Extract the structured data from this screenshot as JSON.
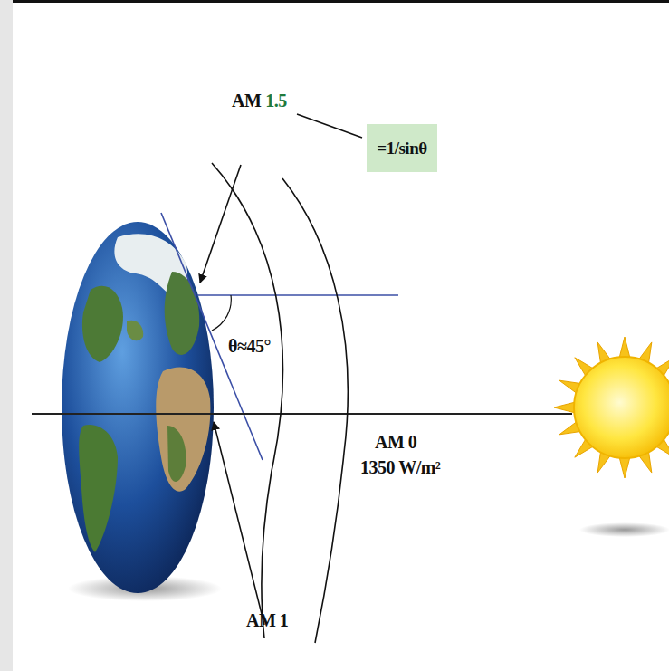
{
  "diagram": {
    "nodes": [
      {
        "text": [
          "=1/sinθ"
        ]
      }
    ],
    "labels": [
      "AM",
      "1.5",
      "θ≈45°",
      "AM 0",
      "1350 W/m²",
      "AM 1"
    ]
  }
}
